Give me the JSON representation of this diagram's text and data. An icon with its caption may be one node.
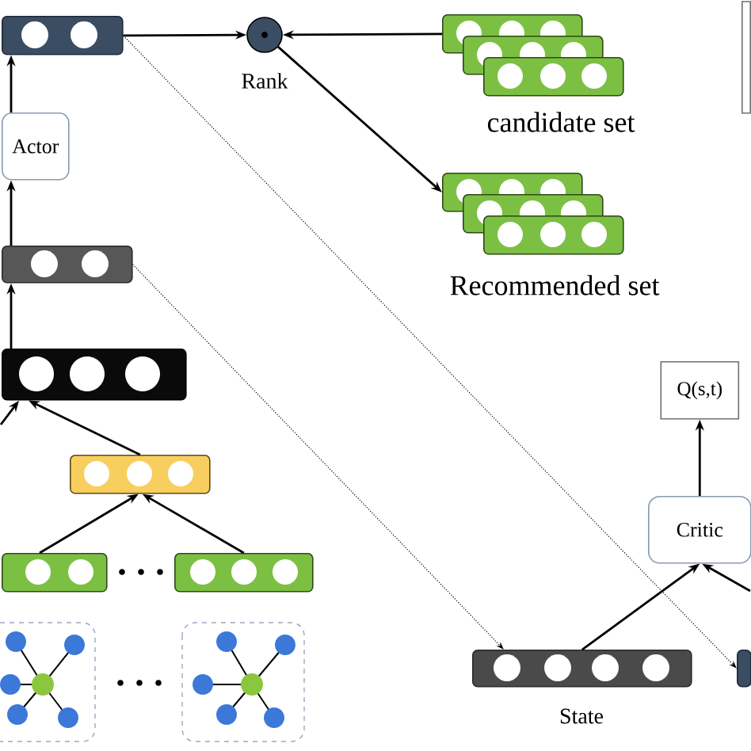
{
  "diagram": {
    "nodes": [
      {
        "text": [],
        "shape": "bar"
      },
      {
        "text": [],
        "shape": "circle",
        "beside": [
          "Rank"
        ]
      },
      {
        "text": [],
        "shape": "bar",
        "beside": [
          "candidate set"
        ]
      },
      {
        "text": [],
        "shape": "bar",
        "beside": [
          "Recommended set"
        ]
      },
      {
        "text": [],
        "shape": "box"
      },
      {
        "text": [
          "Actor"
        ]
      },
      {
        "text": [],
        "shape": "bar"
      },
      {
        "text": [],
        "shape": "bar"
      },
      {
        "text": [],
        "shape": "bar"
      },
      {
        "text": [],
        "shape": "bar"
      },
      {
        "text": [],
        "shape": "bar"
      },
      {
        "text": [],
        "shape": "bar",
        "beside": [
          "State"
        ]
      },
      {
        "text": [],
        "shape": "bar"
      },
      {
        "text": [
          "Critic"
        ]
      },
      {
        "text": [
          "Q(s,t)"
        ]
      }
    ],
    "edges": [
      {
        "from": 0,
        "to": 1,
        "arrow": "to"
      },
      {
        "from": 2,
        "to": 1,
        "arrow": "to"
      },
      {
        "from": 1,
        "to": 3,
        "arrow": "to"
      },
      {
        "from": 0,
        "to": 12,
        "arrow": "to",
        "style": "dashed"
      },
      {
        "from": 6,
        "to": 11,
        "arrow": "to",
        "style": "dashed"
      },
      {
        "from": 5,
        "to": 0,
        "arrow": "to"
      },
      {
        "from": 6,
        "to": 5,
        "arrow": "to"
      },
      {
        "from": 7,
        "to": 6,
        "arrow": "to"
      },
      {
        "from": 8,
        "to": 7,
        "arrow": "to"
      },
      {
        "from": null,
        "to": 7,
        "arrow": "to"
      },
      {
        "from": 9,
        "to": 8,
        "arrow": "to"
      },
      {
        "from": 10,
        "to": 8,
        "arrow": "to"
      },
      {
        "from": 11,
        "to": 13,
        "arrow": "to"
      },
      {
        "from": null,
        "to": 13,
        "arrow": "to"
      },
      {
        "from": 13,
        "to": 14,
        "arrow": "to"
      }
    ]
  }
}
